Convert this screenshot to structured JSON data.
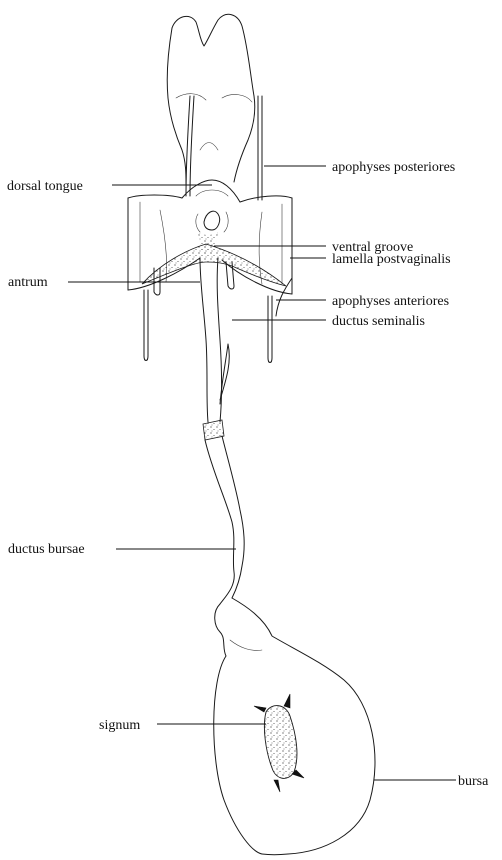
{
  "labels": {
    "apophyses_posteriores": "apophyses posteriores",
    "dorsal_tongue": "dorsal tongue",
    "ventral_groove": "ventral groove",
    "lamella_postvaginalis": "lamella postvaginalis",
    "antrum": "antrum",
    "apophyses_anteriores": "apophyses anteriores",
    "ductus_seminalis": "ductus seminalis",
    "ductus_bursae": "ductus bursae",
    "signum": "signum",
    "bursa": "bursa"
  }
}
